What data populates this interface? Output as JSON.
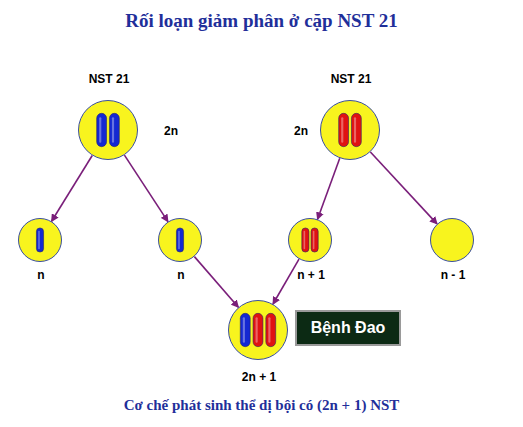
{
  "diagram": {
    "title": "Rối loạn giảm phân ở cặp NST 21",
    "caption": "Cơ chế phát sinh thể dị bội có (2n + 1) NST",
    "nodes": [
      {
        "text": [
          "NST 21",
          "2n"
        ]
      },
      {
        "text": [
          "NST 21",
          "2n"
        ]
      },
      {
        "text": [
          "n"
        ]
      },
      {
        "text": [
          "n"
        ]
      },
      {
        "text": [
          "n + 1"
        ]
      },
      {
        "text": [
          "n - 1"
        ]
      },
      {
        "text": [
          "2n + 1"
        ]
      },
      {
        "text": [
          "Bệnh Đao"
        ]
      }
    ],
    "edges": [
      {
        "from": 0,
        "to": 2,
        "arrow": "to"
      },
      {
        "from": 0,
        "to": 3,
        "arrow": "to"
      },
      {
        "from": 1,
        "to": 4,
        "arrow": "to"
      },
      {
        "from": 1,
        "to": 5,
        "arrow": "to"
      },
      {
        "from": 3,
        "to": 6,
        "arrow": "to"
      },
      {
        "from": 4,
        "to": 6,
        "arrow": "to"
      }
    ]
  }
}
